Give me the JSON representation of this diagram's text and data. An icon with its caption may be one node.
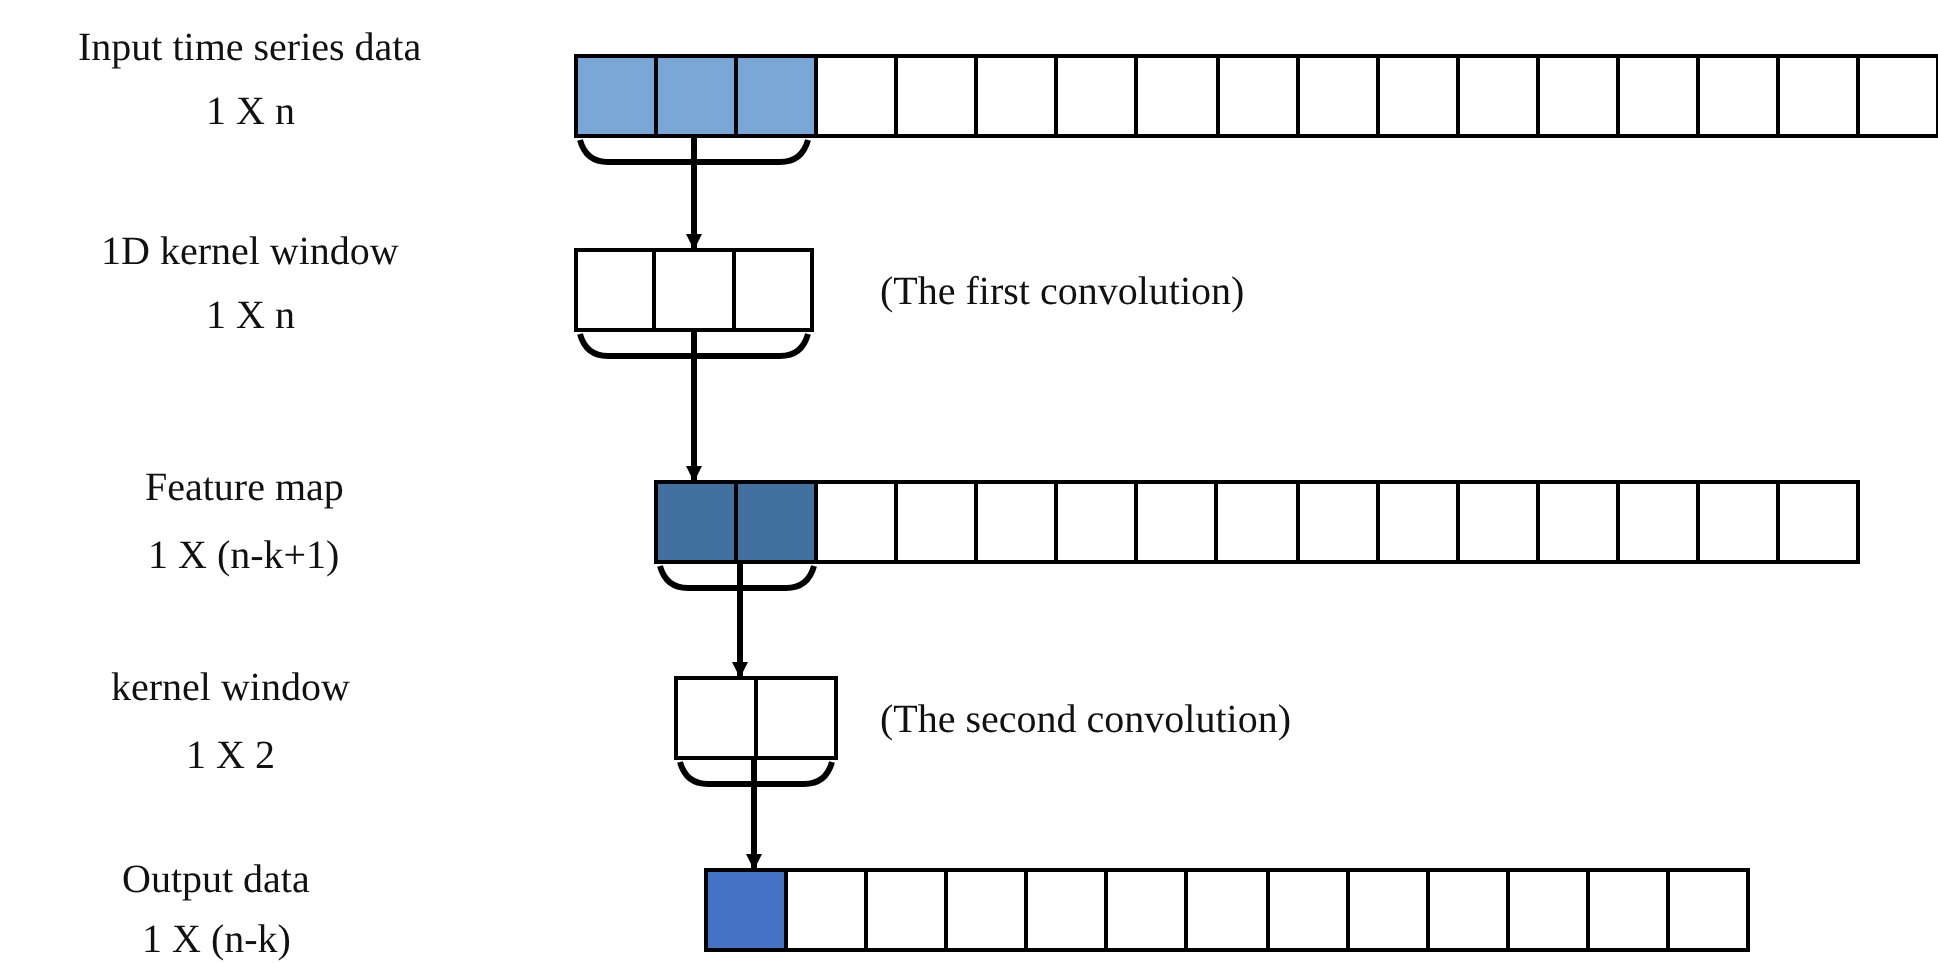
{
  "diagram": {
    "nodes": [
      {
        "text": [],
        "shape": "bar",
        "beside": [
          "Input time series data",
          "1 X n"
        ]
      },
      {
        "text": [],
        "shape": "bar",
        "beside": [
          "1D kernel window",
          "1 X n",
          "(The first convolution)"
        ]
      },
      {
        "text": [],
        "shape": "bar",
        "beside": [
          "Feature map",
          "1 X (n-k+1)"
        ]
      },
      {
        "text": [],
        "shape": "bar",
        "beside": [
          "kernel window",
          "1 X 2",
          "(The second convolution)"
        ]
      },
      {
        "text": [],
        "shape": "bar",
        "beside": [
          "Output data",
          "1 X (n-k)"
        ]
      }
    ],
    "edges": [
      {
        "from": 0,
        "to": 1,
        "arrow": "to"
      },
      {
        "from": 1,
        "to": 2,
        "arrow": "to"
      },
      {
        "from": 2,
        "to": 3,
        "arrow": "to"
      },
      {
        "from": 3,
        "to": 4,
        "arrow": "to"
      }
    ]
  }
}
